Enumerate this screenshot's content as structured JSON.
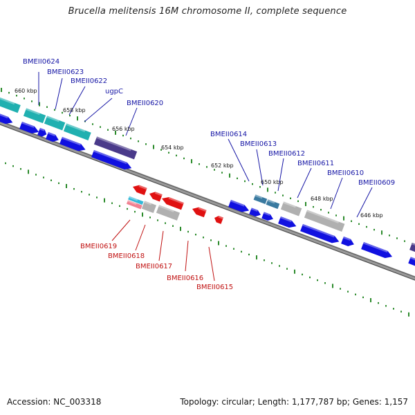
{
  "title": "Brucella melitensis 16M chromosome II, complete sequence",
  "footer": {
    "accession": "Accession: NC_003318",
    "topology": "Topology: circular; Length: 1,177,787 bp; Genes: 1,157"
  },
  "colors": {
    "forward_gene": "#1010e0",
    "reverse_gene": "#e01010",
    "cyan_gene": "#20b0b0",
    "purple_gene": "#4a3a8a",
    "grey_gene": "#b0b0b0",
    "tick": "#2a8a2a",
    "forward_label": "#1515a5",
    "reverse_label": "#c01010",
    "backbone": "#777777"
  },
  "scale_labels": [
    "660 kbp",
    "658 kbp",
    "656 kbp",
    "654 kbp",
    "652 kbp",
    "650 kbp",
    "648 kbp",
    "646 kbp"
  ],
  "forward_labels": [
    "BMEII0624",
    "BMEII0623",
    "BMEII0622",
    "ugpC",
    "BMEII0620",
    "BMEII0614",
    "BMEII0613",
    "BMEII0612",
    "BMEII0611",
    "BMEII0610",
    "BMEII0609"
  ],
  "reverse_labels": [
    "BMEII0619",
    "BMEII0618",
    "BMEII0617",
    "BMEII0616",
    "BMEII0615"
  ]
}
